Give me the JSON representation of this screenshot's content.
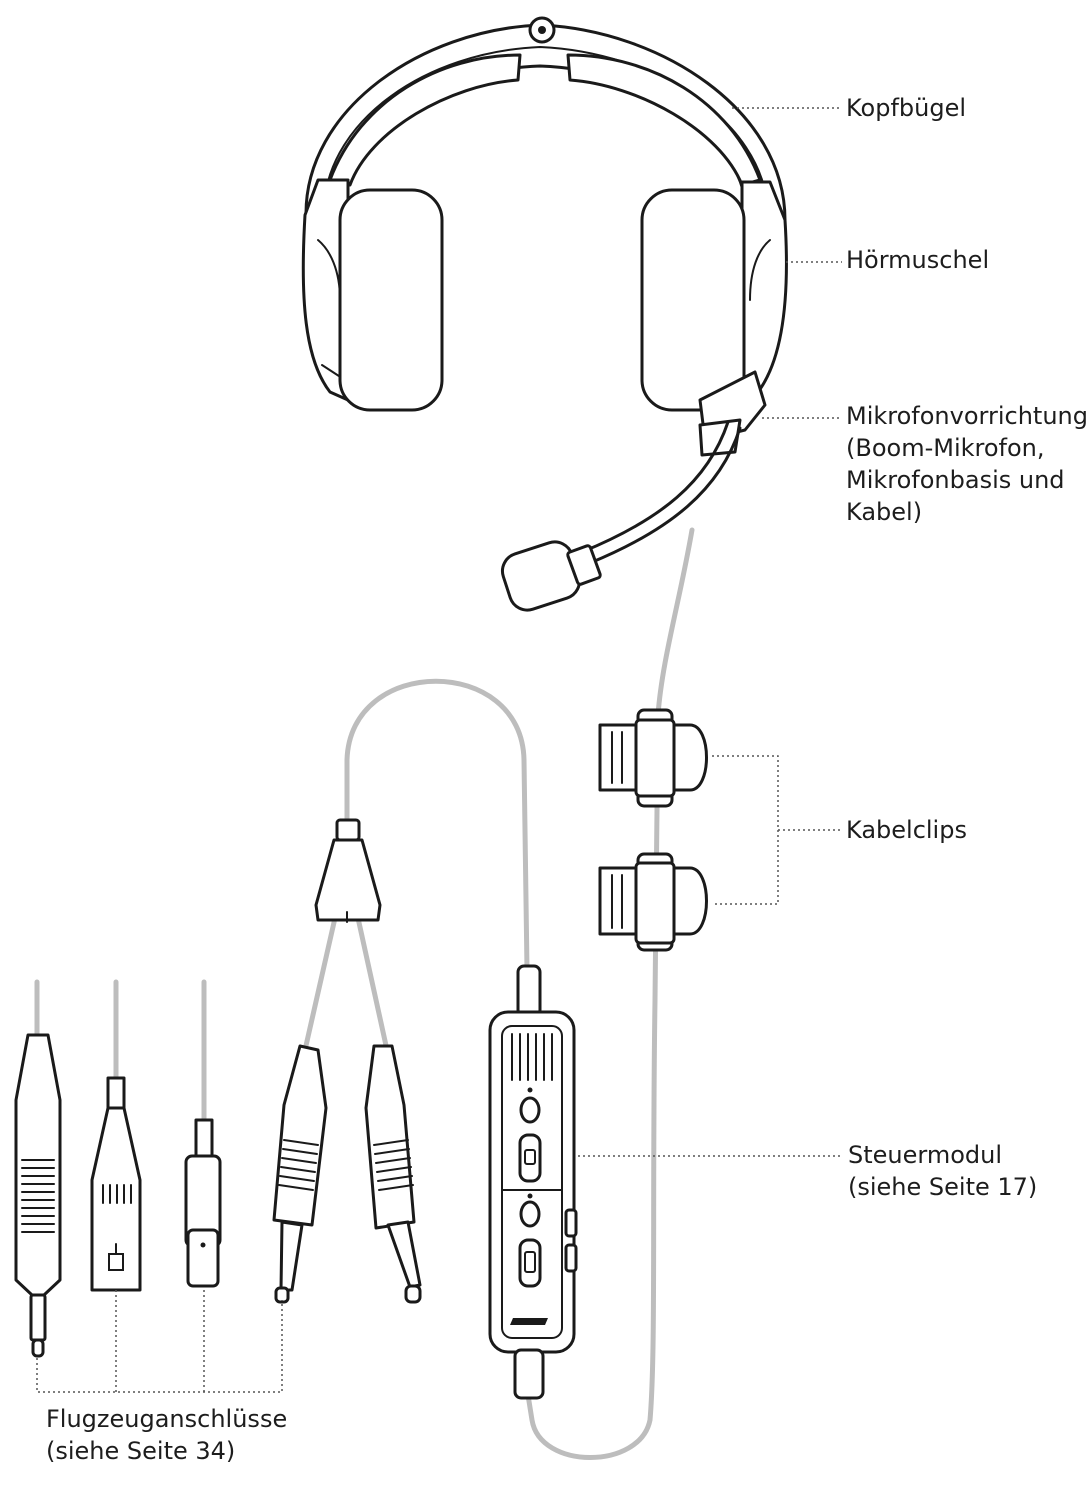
{
  "labels": {
    "headband": "Kopfbügel",
    "ear_cup": "Hörmuschel",
    "mic_line1": "Mikrofonvorrichtung",
    "mic_line2": "(Boom-Mikrofon,",
    "mic_line3": "Mikrofonbasis und",
    "mic_line4": "Kabel)",
    "cable_clips": "Kabelclips",
    "control_line1": "Steuermodul",
    "control_line2": "(siehe Seite 17)",
    "aircraft_line1": "Flugzeuganschlüsse",
    "aircraft_line2": "(siehe Seite 34)"
  },
  "icons": {
    "headset": "headset-icon",
    "boom_microphone": "boom-microphone-icon",
    "cable_clip": "cable-clip-icon",
    "control_module": "control-module-icon",
    "y_splitter": "y-splitter-icon",
    "plug": "plug-icon"
  },
  "colors": {
    "line": "#1a1a1a",
    "cable": "#bdbdbd",
    "text": "#1d1d1d"
  }
}
